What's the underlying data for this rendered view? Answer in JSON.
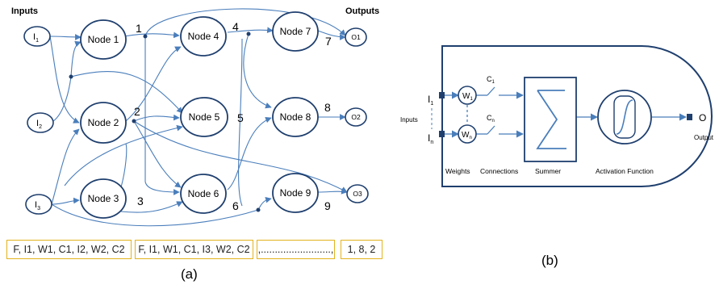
{
  "figure_a": {
    "inputs_header": "Inputs",
    "outputs_header": "Outputs",
    "inputs": [
      {
        "id": "i1",
        "base": "I",
        "sub": "1"
      },
      {
        "id": "i2",
        "base": "I",
        "sub": "2"
      },
      {
        "id": "i3",
        "base": "I",
        "sub": "3"
      }
    ],
    "nodes": [
      {
        "id": "n1",
        "label": "Node 1",
        "num": "1"
      },
      {
        "id": "n2",
        "label": "Node 2",
        "num": "2"
      },
      {
        "id": "n3",
        "label": "Node 3",
        "num": "3"
      },
      {
        "id": "n4",
        "label": "Node 4",
        "num": "4"
      },
      {
        "id": "n5",
        "label": "Node 5",
        "num": "5"
      },
      {
        "id": "n6",
        "label": "Node 6",
        "num": "6"
      },
      {
        "id": "n7",
        "label": "Node 7",
        "num": "7"
      },
      {
        "id": "n8",
        "label": "Node 8",
        "num": "8"
      },
      {
        "id": "n9",
        "label": "Node 9",
        "num": "9"
      }
    ],
    "outputs": [
      {
        "id": "o1",
        "label": "O1"
      },
      {
        "id": "o2",
        "label": "O2"
      },
      {
        "id": "o3",
        "label": "O3"
      }
    ],
    "genome": [
      "F, I1, W1, C1, I2, W2, C2",
      "F, I1, W1, C1, I3, W2, C2",
      ",.........................,",
      "1, 8, 2"
    ],
    "caption": "(a)"
  },
  "figure_b": {
    "inputs_label": "Inputs",
    "input_top": {
      "base": "I",
      "sub": "1"
    },
    "input_bottom": {
      "base": "I",
      "sub": "n"
    },
    "weight_top": {
      "base": "W",
      "sub": "1"
    },
    "weight_bottom": {
      "base": "W",
      "sub": "n"
    },
    "conn_top": {
      "base": "C",
      "sub": "1"
    },
    "conn_bottom": {
      "base": "C",
      "sub": "n"
    },
    "output_symbol": "O",
    "output_label": "Output",
    "footer_labels": [
      "Weights",
      "Connections",
      "Summer",
      "Activation Function"
    ],
    "caption": "(b)"
  },
  "colors": {
    "node_stroke": "#1f3f6e",
    "line": "#4a7ebb",
    "box": "#e3b31e"
  }
}
